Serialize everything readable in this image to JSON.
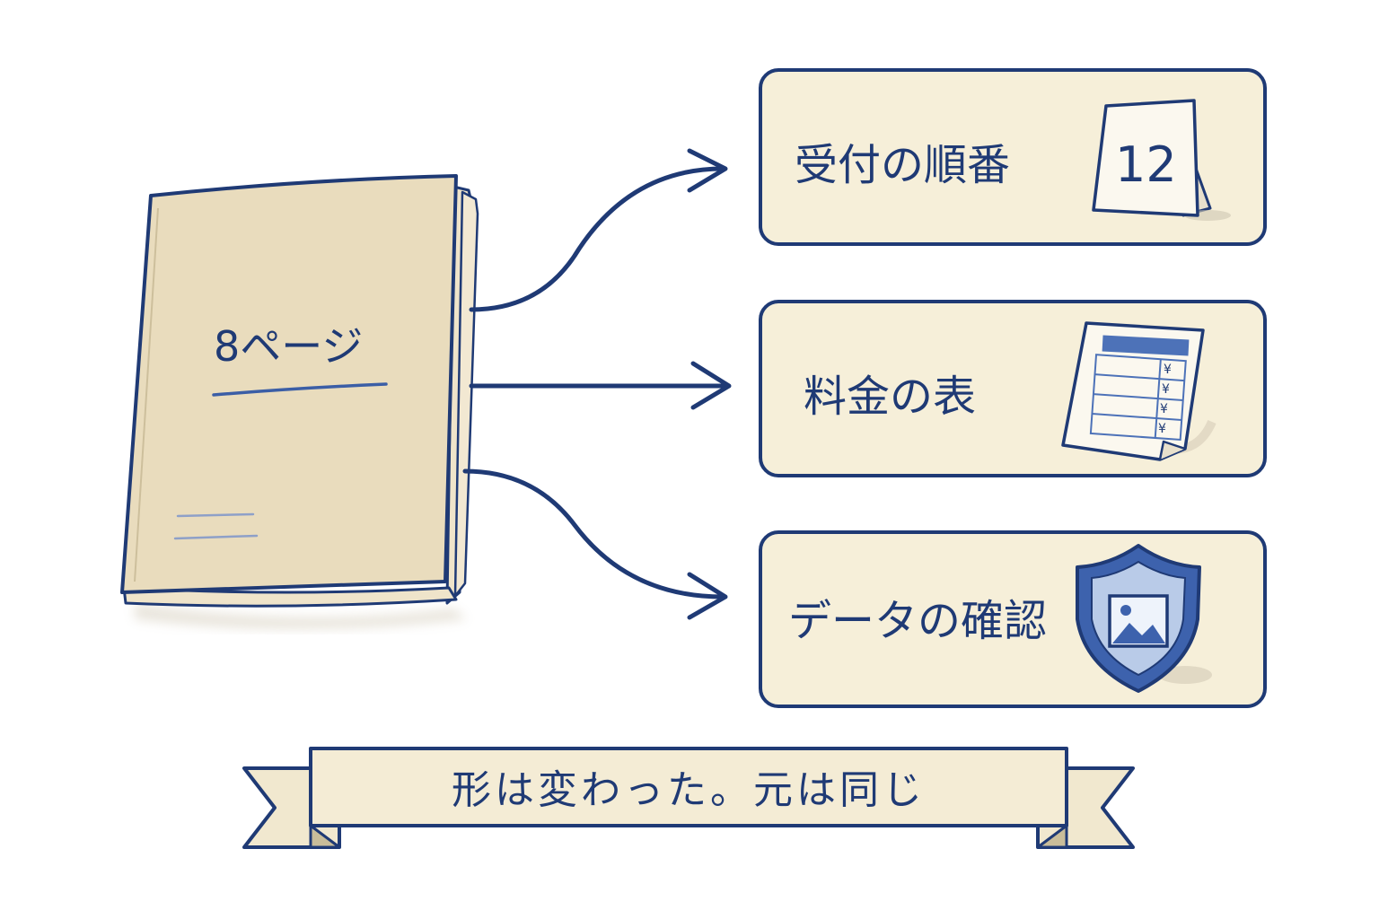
{
  "colors": {
    "ink": "#1f3a75",
    "paper": "#f6efd9",
    "booklet": "#e8dcc0",
    "accent": "#4d72b8"
  },
  "booklet": {
    "title": "8ページ"
  },
  "boxes": [
    {
      "label": "受付の順番",
      "icon": "calendar-icon",
      "icon_text": "12"
    },
    {
      "label": "料金の表",
      "icon": "price-table-icon",
      "icon_marks": [
        "¥",
        "¥",
        "¥",
        "¥"
      ]
    },
    {
      "label": "データの確認",
      "icon": "shield-image-icon"
    }
  ],
  "banner": {
    "text": "形は変わった。元は同じ"
  }
}
